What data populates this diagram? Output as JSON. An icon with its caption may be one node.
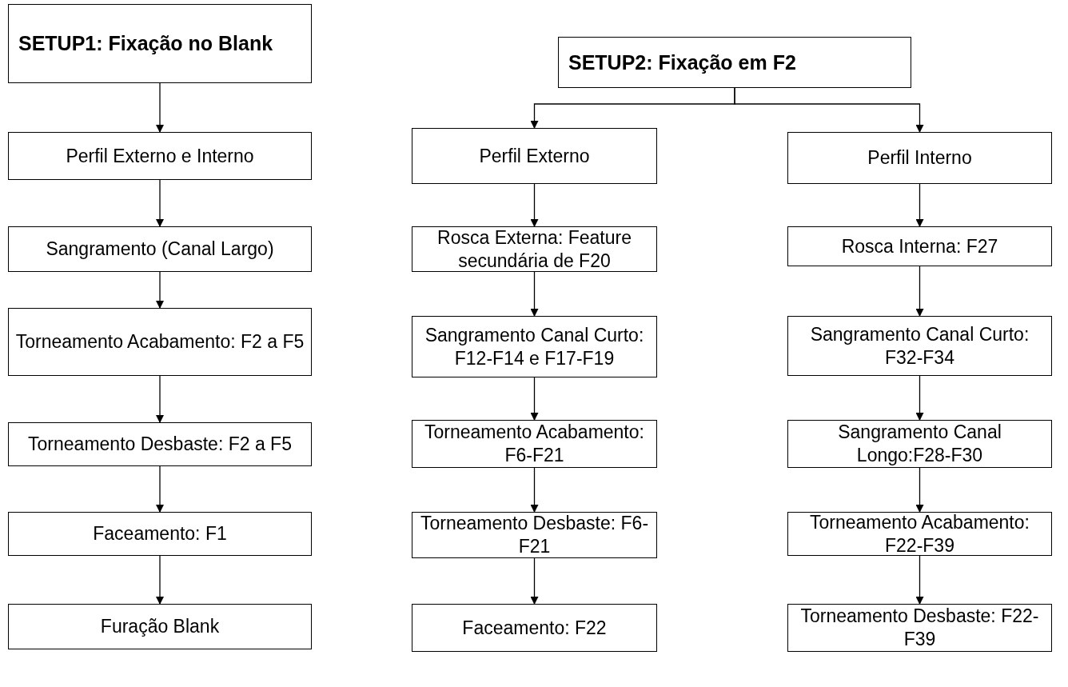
{
  "diagram": {
    "nodes": [
      {
        "text": [
          "SETUP1: Fixação no Blank"
        ]
      },
      {
        "text": [
          "Perfil Externo e Interno"
        ]
      },
      {
        "text": [
          "Sangramento (Canal Largo)"
        ]
      },
      {
        "text": [
          "Torneamento Acabamento: F2 a F5"
        ]
      },
      {
        "text": [
          "Torneamento Desbaste: F2 a F5"
        ]
      },
      {
        "text": [
          "Faceamento: F1"
        ]
      },
      {
        "text": [
          "Furação Blank"
        ]
      },
      {
        "text": [
          "SETUP2: Fixação em F2"
        ]
      },
      {
        "text": [
          "Perfil Externo"
        ]
      },
      {
        "text": [
          "Rosca Externa: Feature secundária de F20"
        ]
      },
      {
        "text": [
          "Sangramento Canal Curto: F12-F14 e F17-F19"
        ]
      },
      {
        "text": [
          "Torneamento Acabamento: F6-F21"
        ]
      },
      {
        "text": [
          "Torneamento Desbaste: F6-F21"
        ]
      },
      {
        "text": [
          "Faceamento: F22"
        ]
      },
      {
        "text": [
          "Perfil Interno"
        ]
      },
      {
        "text": [
          "Rosca Interna: F27"
        ]
      },
      {
        "text": [
          "Sangramento Canal Curto: F32-F34"
        ]
      },
      {
        "text": [
          "Sangramento Canal Longo:F28-F30"
        ]
      },
      {
        "text": [
          "Torneamento Acabamento: F22-F39"
        ]
      },
      {
        "text": [
          "Torneamento Desbaste: F22-F39"
        ]
      }
    ],
    "edges": [
      {
        "from": 0,
        "to": 1,
        "arrow": "to"
      },
      {
        "from": 1,
        "to": 2,
        "arrow": "to"
      },
      {
        "from": 2,
        "to": 3,
        "arrow": "to"
      },
      {
        "from": 3,
        "to": 4,
        "arrow": "to"
      },
      {
        "from": 4,
        "to": 5,
        "arrow": "to"
      },
      {
        "from": 5,
        "to": 6,
        "arrow": "to"
      },
      {
        "from": 7,
        "to": 8,
        "arrow": "to"
      },
      {
        "from": 7,
        "to": 14,
        "arrow": "to"
      },
      {
        "from": 8,
        "to": 9,
        "arrow": "to"
      },
      {
        "from": 9,
        "to": 10,
        "arrow": "to"
      },
      {
        "from": 10,
        "to": 11,
        "arrow": "to"
      },
      {
        "from": 11,
        "to": 12,
        "arrow": "to"
      },
      {
        "from": 12,
        "to": 13,
        "arrow": "to"
      },
      {
        "from": 14,
        "to": 15,
        "arrow": "to"
      },
      {
        "from": 15,
        "to": 16,
        "arrow": "to"
      },
      {
        "from": 16,
        "to": 17,
        "arrow": "to"
      },
      {
        "from": 17,
        "to": 18,
        "arrow": "to"
      },
      {
        "from": 18,
        "to": 19,
        "arrow": "to"
      }
    ]
  }
}
